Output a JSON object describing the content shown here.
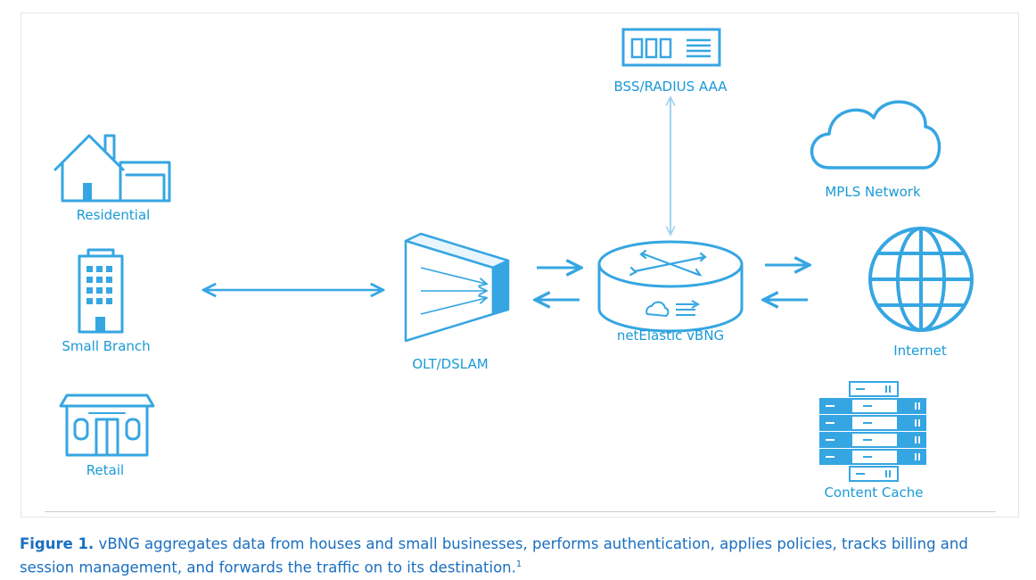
{
  "nodes": {
    "residential": "Residential",
    "small_branch": "Small Branch",
    "retail": "Retail",
    "olt": "OLT/DSLAM",
    "vbng": "netElastic vBNG",
    "bss": "BSS/RADIUS AAA",
    "mpls": "MPLS Network",
    "internet": "Internet",
    "cache": "Content Cache"
  },
  "caption": {
    "label": "Figure 1.",
    "text": " vBNG aggregates data from houses and small businesses, performs authentication, applies policies, tracks billing and session management, and forwards the traffic on to its destination.",
    "footnote": "1"
  },
  "colors": {
    "accent": "#36a6e2",
    "label": "#1a9ad6",
    "caption": "#1a6fc0"
  }
}
